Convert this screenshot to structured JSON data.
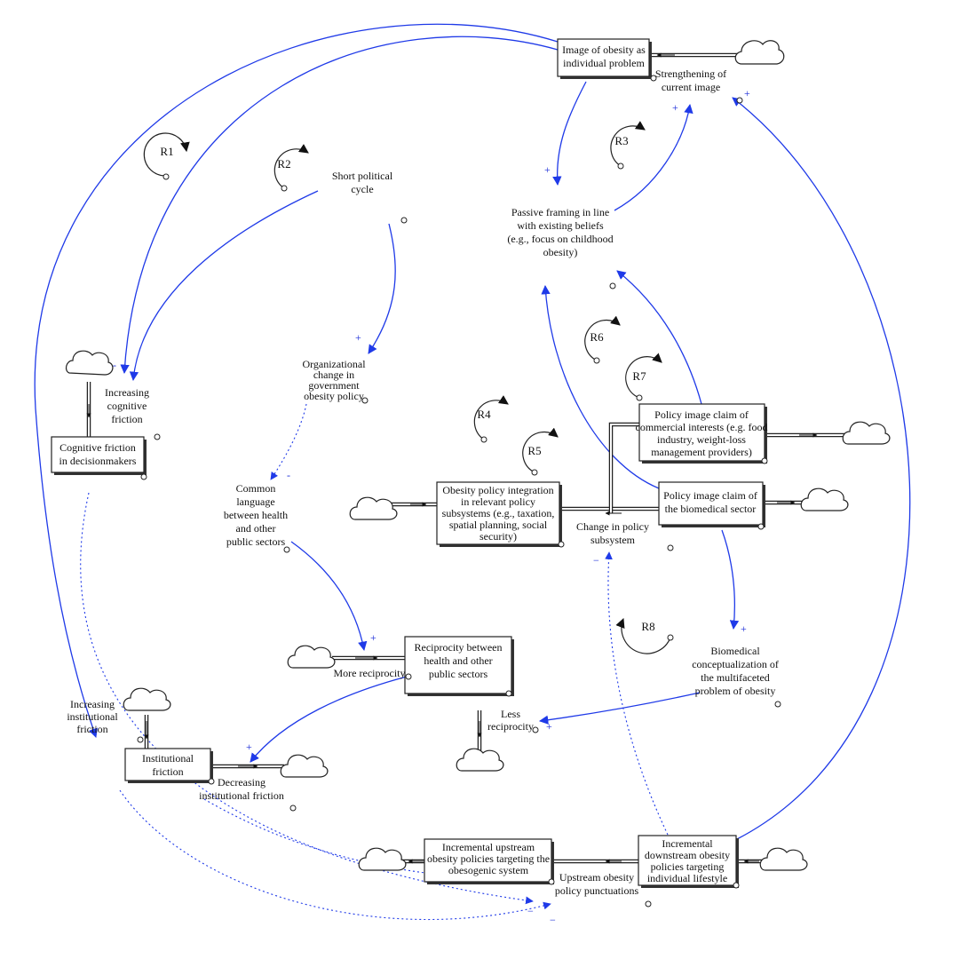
{
  "stocks": {
    "image": {
      "lines": [
        "Image of obesity as",
        "individual problem"
      ]
    },
    "cognitive": {
      "lines": [
        "Cognitive friction",
        "in decisionmakers"
      ]
    },
    "integration": {
      "lines": [
        "Obesity policy integration",
        "in relevant policy",
        "subsystems (e.g., taxation,",
        "spatial planning, social",
        "security)"
      ]
    },
    "commercial": {
      "lines": [
        "Policy image claim of",
        "commercial interests (e.g. food",
        "industry, weight-loss",
        "management providers)"
      ]
    },
    "biomedical_claim": {
      "lines": [
        "Policy image claim of",
        "the biomedical sector"
      ]
    },
    "reciprocity": {
      "lines": [
        "Reciprocity between",
        "health and other",
        "public sectors"
      ]
    },
    "institutional": {
      "lines": [
        "Institutional",
        "friction"
      ]
    },
    "upstream": {
      "lines": [
        "Incremental upstream",
        "obesity policies targeting the",
        "obesogenic system"
      ]
    },
    "downstream": {
      "lines": [
        "Incremental",
        "downstream obesity",
        "policies targeting",
        "individual lifestyle"
      ]
    }
  },
  "variables": {
    "strengthening": {
      "lines": [
        "Strengthening of",
        "current image"
      ]
    },
    "short_cycle": {
      "lines": [
        "Short political",
        "cycle"
      ]
    },
    "passive": {
      "lines": [
        "Passive framing in line",
        "with existing beliefs",
        "(e.g., focus on childhood",
        "obesity)"
      ]
    },
    "increasing_cognitive": {
      "lines": [
        "Increasing",
        "cognitive",
        "friction"
      ]
    },
    "org_change": {
      "lines": [
        "Organizational",
        "change in",
        "government",
        "obesity policy"
      ]
    },
    "common_language": {
      "lines": [
        "Common",
        "language",
        "between health",
        "and other",
        "public sectors"
      ]
    },
    "change_policy": {
      "lines": [
        "Change in policy",
        "subsystem"
      ]
    },
    "biomedical_concept": {
      "lines": [
        "Biomedical",
        "conceptualization of",
        "the multifaceted",
        "problem of obesity"
      ]
    },
    "more_reciprocity": {
      "lines": [
        "More reciprocity"
      ]
    },
    "less_reciprocity": {
      "lines": [
        "Less",
        "reciprocity"
      ]
    },
    "increasing_institutional": {
      "lines": [
        "Increasing",
        "institutional",
        "friction"
      ]
    },
    "decreasing_institutional": {
      "lines": [
        "Decreasing",
        "institutional friction"
      ]
    },
    "upstream_punct": {
      "lines": [
        "Upstream obesity",
        "policy punctuations"
      ]
    }
  },
  "loops": [
    "R1",
    "R2",
    "R3",
    "R4",
    "R5",
    "R6",
    "R7",
    "R8"
  ],
  "polarities": {
    "plus": "+",
    "minus": "-",
    "minus_long": "−"
  },
  "colors": {
    "causal_link": "#1f3ae8",
    "polarity": "#1a2bd8",
    "stock_border": "#222222"
  }
}
